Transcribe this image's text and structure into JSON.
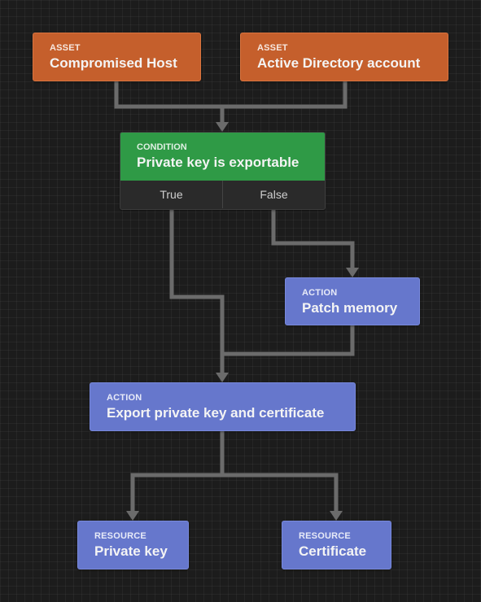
{
  "colors": {
    "asset": "#c55f2c",
    "condition": "#2f9a46",
    "action": "#6677cc",
    "resource": "#6677cc",
    "edge": "#6b6b6b",
    "background": "#1c1c1c"
  },
  "nodes": {
    "compromised_host": {
      "kind": "ASSET",
      "title": "Compromised Host"
    },
    "ad_account": {
      "kind": "ASSET",
      "title": "Active Directory account"
    },
    "condition": {
      "kind": "CONDITION",
      "title": "Private key is exportable",
      "true_label": "True",
      "false_label": "False"
    },
    "patch_memory": {
      "kind": "ACTION",
      "title": "Patch memory"
    },
    "export": {
      "kind": "ACTION",
      "title": "Export private key and certificate"
    },
    "private_key": {
      "kind": "RESOURCE",
      "title": "Private key"
    },
    "certificate": {
      "kind": "RESOURCE",
      "title": "Certificate"
    }
  },
  "edges": [
    {
      "from": "compromised_host",
      "to": "condition"
    },
    {
      "from": "ad_account",
      "to": "condition"
    },
    {
      "from": "condition.true",
      "to": "export"
    },
    {
      "from": "condition.false",
      "to": "patch_memory"
    },
    {
      "from": "patch_memory",
      "to": "export"
    },
    {
      "from": "export",
      "to": "private_key"
    },
    {
      "from": "export",
      "to": "certificate"
    }
  ]
}
